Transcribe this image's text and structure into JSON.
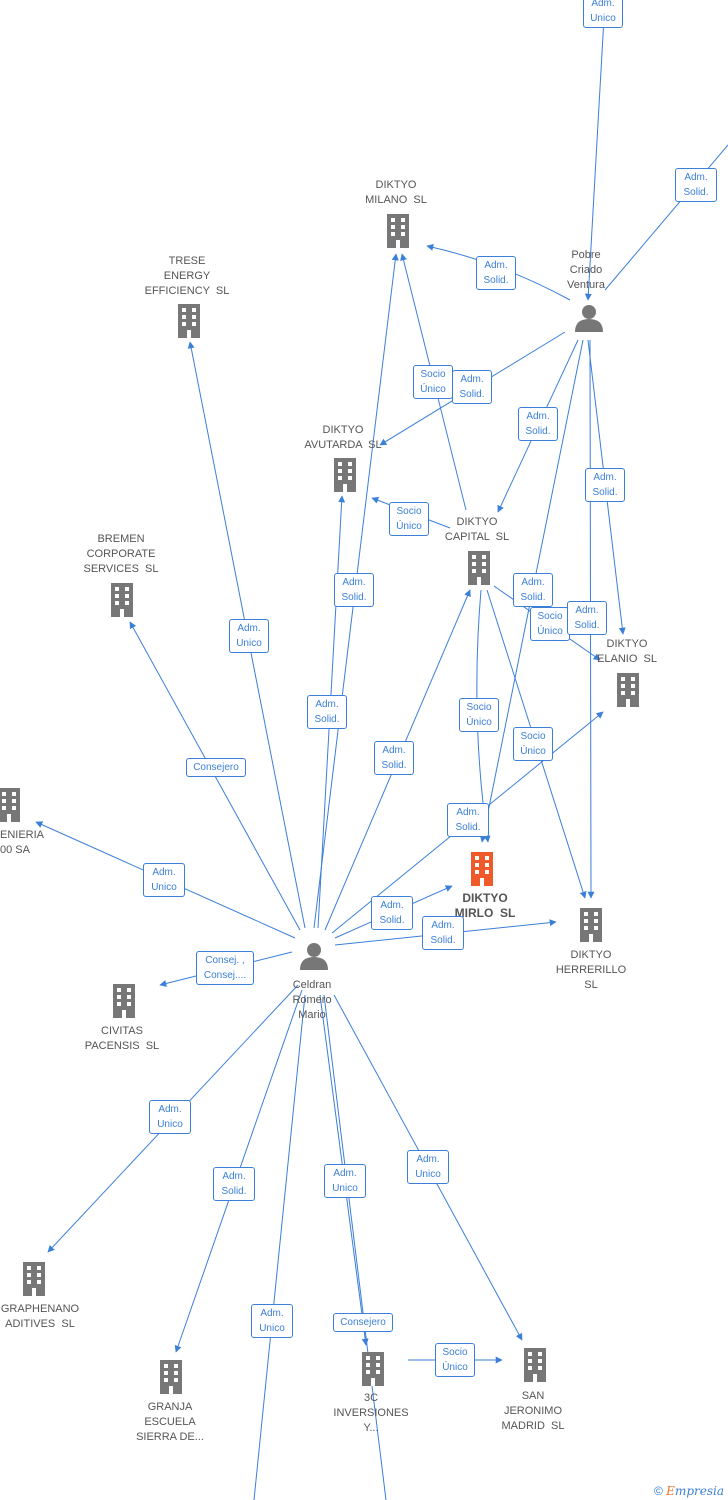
{
  "colors": {
    "edge": "#3b7fd9",
    "building": "#777777",
    "focus_building": "#f0592a",
    "person": "#777777"
  },
  "nodes": {
    "diktyo_milano": {
      "label": "DIKTYO\nMILANO  SL",
      "icon": "building-icon"
    },
    "trese_energy": {
      "label": "TRESE\nENERGY\nEFFICIENCY  SL",
      "icon": "building-icon"
    },
    "pobre_criado": {
      "label": "Pobre\nCriado\nVentura",
      "icon": "person-icon"
    },
    "diktyo_avutarda": {
      "label": "DIKTYO\nAVUTARDA  SL",
      "icon": "building-icon"
    },
    "diktyo_capital": {
      "label": "DIKTYO\nCAPITAL  SL",
      "icon": "building-icon"
    },
    "bremen": {
      "label": "BREMEN\nCORPORATE\nSERVICES  SL",
      "icon": "building-icon"
    },
    "diktyo_elanio": {
      "label": "DIKTYO\nELANIO  SL",
      "icon": "building-icon"
    },
    "ingenieria": {
      "label": "ENIERIA\n00 SA",
      "icon": "building-icon"
    },
    "diktyo_mirlo": {
      "label": "DIKTYO\nMIRLO  SL",
      "icon": "building-icon"
    },
    "diktyo_herrerillo": {
      "label": "DIKTYO\nHERRERILLO\nSL",
      "icon": "building-icon"
    },
    "celdran": {
      "label": "Celdran\nRomero\nMario",
      "icon": "person-icon"
    },
    "civitas": {
      "label": "CIVITAS\nPACENSIS  SL",
      "icon": "building-icon"
    },
    "graphenano": {
      "label": "GRAPHENANO\nADITIVES  SL",
      "icon": "building-icon"
    },
    "granja": {
      "label": "GRANJA\nESCUELA\nSIERRA DE...",
      "icon": "building-icon"
    },
    "3c_inversiones": {
      "label": "3C\nINVERSIONES\nY...",
      "icon": "building-icon"
    },
    "san_jeronimo": {
      "label": "SAN\nJERONIMO\nMADRID  SL",
      "icon": "building-icon"
    }
  },
  "edge_labels": [
    "Adm.\nUnico",
    "Adm.\nSolid.",
    "Adm.\nSolid.",
    "Socio\nÚnico",
    "Adm.\nSolid.",
    "Adm.\nSolid.",
    "Socio\nÚnico",
    "Adm.\nSolid.",
    "Adm.\nSolid.",
    "Adm.\nSolid.",
    "Socio\nÚnico",
    "Adm.\nSolid.",
    "Adm.\nUnico",
    "Adm.\nSolid.",
    "Adm.\nSolid.",
    "Socio\nÚnico",
    "Socio\nÚnico",
    "Consejero",
    "Adm.\nSolid.",
    "Adm.\nUnico",
    "Adm.\nSolid.",
    "Adm.\nSolid.",
    "Consej. ,\nConsej....",
    "Adm.\nUnico",
    "Adm.\nSolid.",
    "Adm.\nUnico",
    "Adm.\nUnico",
    "Adm.\nUnico",
    "Consejero",
    "Socio\nÚnico"
  ],
  "footer": {
    "copyright": "©",
    "brand_first": "E",
    "brand_rest": "mpresia"
  }
}
